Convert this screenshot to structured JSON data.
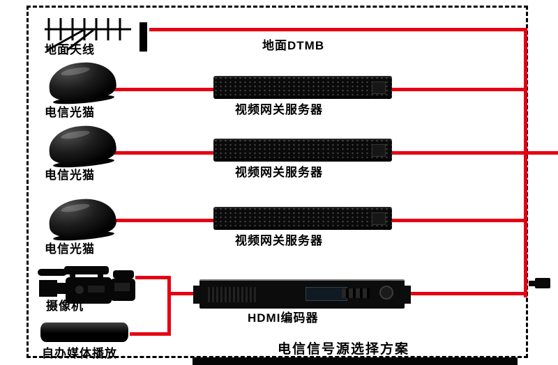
{
  "colors": {
    "line_red": "#e60012",
    "device_black": "#0b0b0b",
    "text_black": "#000000"
  },
  "antenna": {
    "label": "地面天线"
  },
  "dtmb": {
    "label": "地面DTMB"
  },
  "rows": [
    {
      "modem_label": "电信光猫",
      "server_label": "视频网关服务器"
    },
    {
      "modem_label": "电信光猫",
      "server_label": "视频网关服务器"
    },
    {
      "modem_label": "电信光猫",
      "server_label": "视频网关服务器"
    }
  ],
  "camera": {
    "label": "摄像机"
  },
  "encoder": {
    "label": "HDMI编码器"
  },
  "media_player": {
    "label": "自办媒体播放"
  },
  "caption": "电信信号源选择方案"
}
